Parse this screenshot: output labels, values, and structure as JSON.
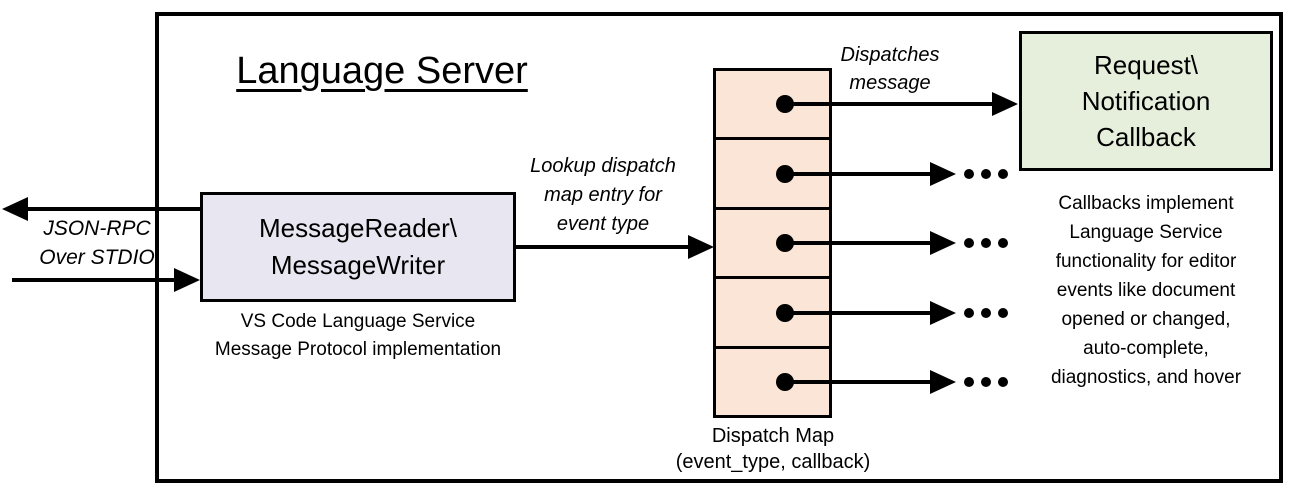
{
  "diagram": {
    "title": "Language Server",
    "io_label": "JSON-RPC\nOver STDIO",
    "reader_box_label": "MessageReader\\\nMessageWriter",
    "reader_caption": "VS Code Language Service\nMessage Protocol implementation",
    "lookup_arrow_label": "Lookup dispatch\nmap entry for\nevent type",
    "dispatches_arrow_label": "Dispatches\nmessage",
    "callback_box_label": "Request\\\nNotification\nCallback",
    "callback_caption": "Callbacks implement\nLanguage Service\nfunctionality for editor\nevents like document\nopened or changed,\nauto-complete,\ndiagnostics, and hover",
    "dispatch_map_label": "Dispatch Map\n(event_type, callback)",
    "dispatch_map": {
      "cell_count": 5
    },
    "colors": {
      "reader_fill": "#E8E7F1",
      "map_fill": "#FBE5D6",
      "callback_fill": "#E5EFDC",
      "line": "#000000"
    }
  }
}
